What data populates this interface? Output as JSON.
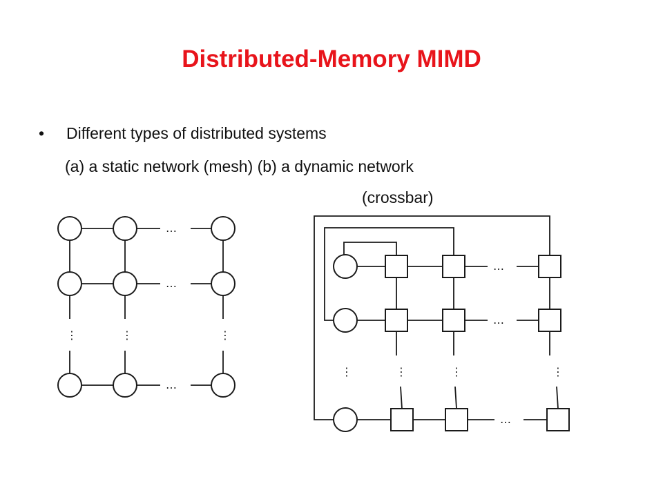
{
  "slide": {
    "title": "Distributed-Memory MIMD",
    "bullet_symbol": "•",
    "bullet_text": "Different types of distributed systems",
    "caption_line": "(a) a static network (mesh) (b) a dynamic network",
    "caption_continuation": "(crossbar)",
    "title_color": "#e8141b"
  },
  "figures": {
    "ellipsis": "…",
    "vertical_ellipsis": "⋮"
  }
}
